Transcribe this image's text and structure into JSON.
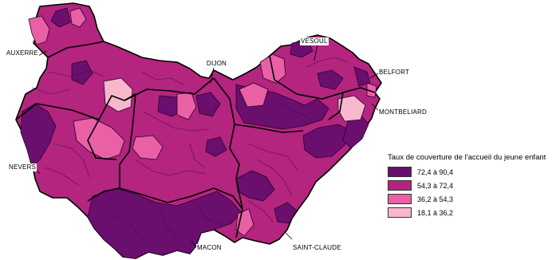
{
  "legend": {
    "title": "Taux de couverture de l'accueil du jeune enfant",
    "classes": [
      {
        "label": "72,4  à  90,4",
        "color": "#6b0f6e"
      },
      {
        "label": "54,3  à  72,4",
        "color": "#b3257e"
      },
      {
        "label": "36,2  à  54,3",
        "color": "#e960a5"
      },
      {
        "label": "18,1  à  36,2",
        "color": "#f7b8cc"
      }
    ]
  },
  "cities": {
    "auxerre": "AUXERRE",
    "vesoul": "VESOUL",
    "dijon": "DIJON",
    "belfort": "BELFORT",
    "montbeliard": "MONTBELIARD",
    "nevers": "NEVERS",
    "macon": "MACON",
    "saint_claude": "SAINT-CLAUDE"
  }
}
